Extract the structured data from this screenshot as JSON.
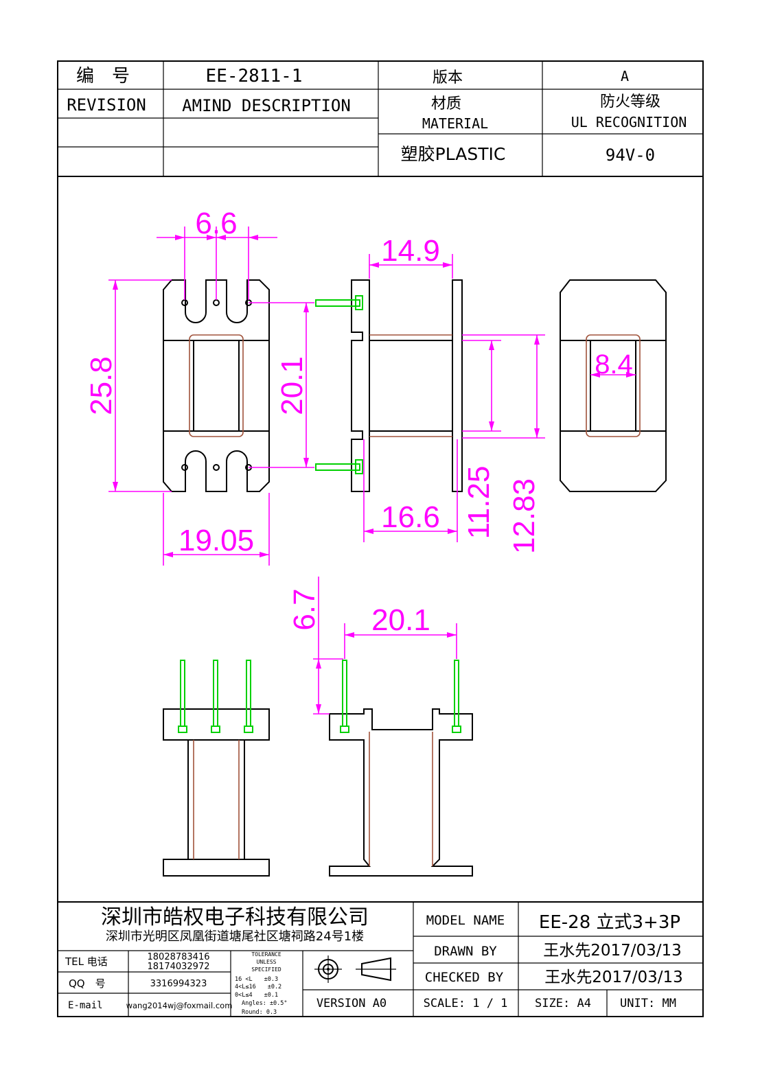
{
  "header": {
    "number_label": "编　号",
    "number_value": "EE-2811-1",
    "version_label": "版本",
    "version_value": "A",
    "revision_label": "REVISION",
    "amend_label": "AMIND DESCRIPTION",
    "material_label_cn": "材质",
    "material_label_en": "MATERIAL",
    "ul_label_cn": "防火等级",
    "ul_label_en": "UL RECOGNITION",
    "material_value": "塑胶PLASTIC",
    "ul_value": "94V-0"
  },
  "dimensions": {
    "pin_pitch": "6.6",
    "flange_width": "14.9",
    "height": "25.8",
    "pin_span": "20.1",
    "window": "8.4",
    "base_width": "19.05",
    "overall_depth": "16.6",
    "inner_height": "11.25",
    "outer_height": "12.83",
    "pin_length": "6.7",
    "pin_row_span": "20.1"
  },
  "title_block": {
    "company": "深圳市皓权电子科技有限公司",
    "address": "深圳市光明区凤凰街道塘尾社区塘祠路24号1楼",
    "tel_label": "TEL 电话",
    "tel_1": "18028783416",
    "tel_2": "18174032972",
    "qq_label": "QQ　号",
    "qq_value": "3316994323",
    "email_label": "E-mail",
    "email_value": "wang2014wj@foxmail.com",
    "tolerance_title_1": "TOLERANCE",
    "tolerance_title_2": "UNLESS",
    "tolerance_title_3": "SPECIFIED",
    "tol_1": "16 <L　　±0.3",
    "tol_2": "4<L≤16　　±0.2",
    "tol_3": "0<L≤4　　±0.1",
    "tol_4": "Angles: ±0.5°",
    "tol_5": "Round: 0.3",
    "version": "VERSION A0",
    "model_label": "MODEL NAME",
    "model_value": "EE-28 立式3+3P",
    "drawn_label": "DRAWN BY",
    "drawn_value": "王水先2017/03/13",
    "checked_label": "CHECKED BY",
    "checked_value": "王水先2017/03/13",
    "scale": "SCALE:  1 / 1",
    "size": "SIZE:  A4",
    "unit": "UNIT:  MM"
  }
}
